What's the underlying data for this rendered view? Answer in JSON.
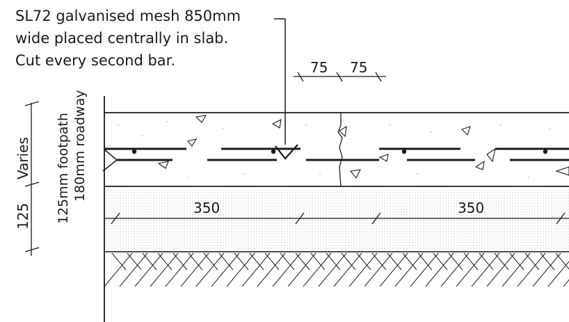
{
  "note": {
    "lines": [
      "SL72 galvanised mesh 850mm",
      "wide placed centrally in slab.",
      "Cut every second bar."
    ]
  },
  "dimensions": {
    "top_left": "75",
    "top_right": "75",
    "subbase_left": "350",
    "subbase_right": "350",
    "vertical_varies": "Varies",
    "vertical_125": "125"
  },
  "slab_labels": {
    "footpath": "125mm footpath",
    "roadway": "180mm roadway"
  },
  "colors": {
    "ink": "#1a1a1a",
    "stipple": "#9a9a9a",
    "background": "#ffffff"
  }
}
